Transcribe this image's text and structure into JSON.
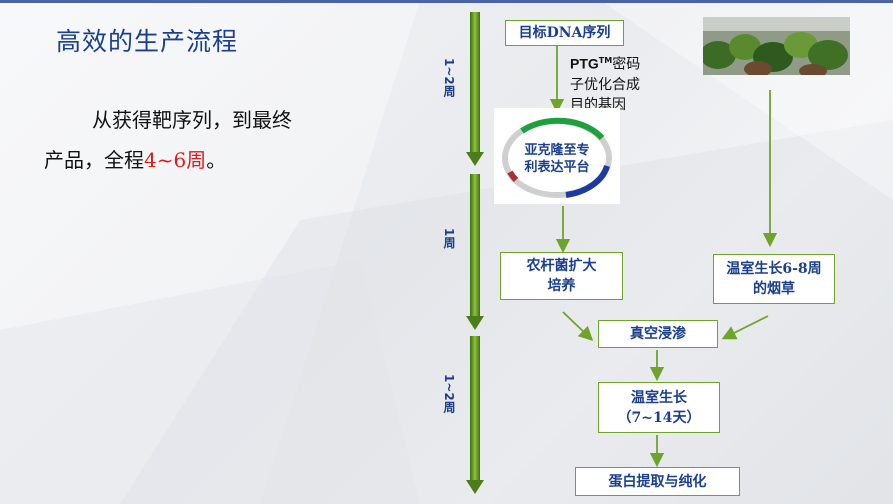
{
  "slide": {
    "title": "高效的生产流程",
    "intro": {
      "line1": "从获得靶序列，到最终",
      "line2_prefix": "产品，全程",
      "line2_highlight": "4~6周",
      "line2_suffix": "。"
    }
  },
  "timeline": {
    "segments": [
      "1~2周",
      "1周",
      "1~2周"
    ],
    "color": "#5b8c1a"
  },
  "flow": {
    "target_dna": "目标DNA序列",
    "ptg_brand": "PTG",
    "ptg_tm": "TM",
    "ptg_line1": "密码",
    "ptg_line2": "子优化合成",
    "ptg_line3": "目的基因",
    "plasmid_line1": "亚克隆至专",
    "plasmid_line2": "利表达平台",
    "agro_line1": "农杆菌扩大",
    "agro_line2": "培养",
    "tobacco_line1": "温室生长6-8周",
    "tobacco_line2": "的烟草",
    "vacuum": "真空浸渗",
    "greenhouse_line1": "温室生长",
    "greenhouse_line2": "（7~14天）",
    "protein": "蛋白提取与纯化"
  },
  "colors": {
    "title": "#1a3f8c",
    "highlight": "#d91d1d",
    "box_border": "#6ea42c",
    "arrow": "#6ea42c"
  }
}
